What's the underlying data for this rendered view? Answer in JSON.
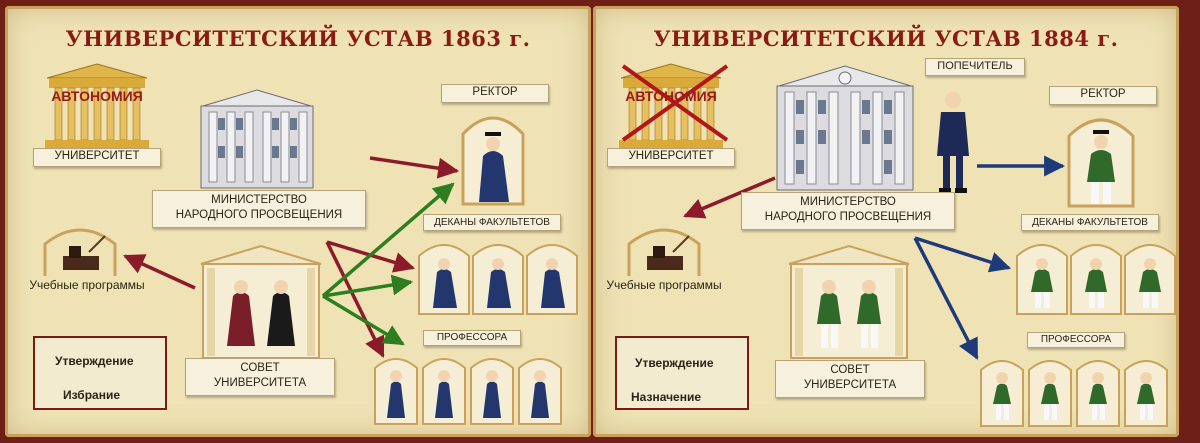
{
  "left": {
    "title": "УНИВЕРСИТЕТСКИЙ УСТАВ 1863 г.",
    "autonomy": "АВТОНОМИЯ",
    "university": "УНИВЕРСИТЕТ",
    "ministry_line1": "МИНИСТЕРСТВО",
    "ministry_line2": "НАРОДНОГО ПРОСВЕЩЕНИЯ",
    "rector": "РЕКТОР",
    "deans": "ДЕКАНЫ ФАКУЛЬТЕТОВ",
    "professors": "ПРОФЕССОРА",
    "council_line1": "СОВЕТ",
    "council_line2": "УНИВЕРСИТЕТА",
    "programs": "Учебные программы",
    "legend": {
      "approval": "Утверждение",
      "election": "Избрание"
    }
  },
  "right": {
    "title": "УНИВЕРСИТЕТСКИЙ УСТАВ 1884 г.",
    "autonomy": "АВТОНОМИЯ",
    "university": "УНИВЕРСИТЕТ",
    "trustee": "ПОПЕЧИТЕЛЬ",
    "ministry_line1": "МИНИСТЕРСТВО",
    "ministry_line2": "НАРОДНОГО ПРОСВЕЩЕНИЯ",
    "rector": "РЕКТОР",
    "deans": "ДЕКАНЫ ФАКУЛЬТЕТОВ",
    "professors": "ПРОФЕССОРА",
    "council_line1": "СОВЕТ",
    "council_line2": "УНИВЕРСИТЕТА",
    "programs": "Учебные программы",
    "legend": {
      "approval": "Утверждение",
      "appointment": "Назначение"
    }
  },
  "colors": {
    "approval": "#8b1a2a",
    "election": "#2e7d1f",
    "appointment": "#1f3a7a",
    "title": "#8b1a14",
    "robe_blue": "#23366e",
    "robe_green": "#2f6a2a",
    "robe_red": "#7a1f2a",
    "robe_black": "#1a1a1a"
  },
  "icons": {
    "university_building": "classical-building-icon",
    "ministry_building": "ministry-building-icon",
    "programs": "inkwell-quill-icon",
    "person": "scholar-figure-icon"
  }
}
